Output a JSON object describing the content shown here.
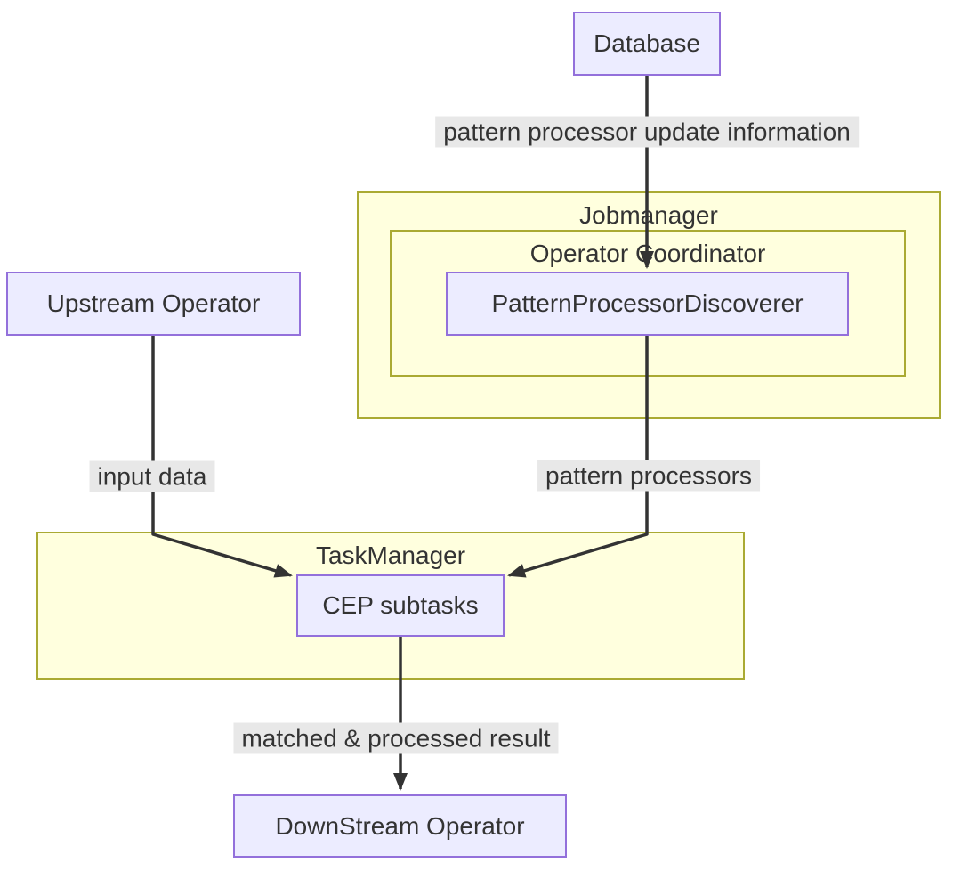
{
  "diagram": {
    "type": "flowchart",
    "direction": "top-down",
    "colors": {
      "background": "#ffffff",
      "node_fill": "#ececff",
      "node_border": "#9370db",
      "cluster_fill": "#ffffde",
      "cluster_border": "#aaaa33",
      "edge_color": "#333333",
      "edge_label_bg": "#e8e8e8",
      "text_color": "#333333"
    },
    "nodes": {
      "database": {
        "label": "Database"
      },
      "upstream": {
        "label": "Upstream Operator"
      },
      "ppd": {
        "label": "PatternProcessorDiscoverer"
      },
      "cep": {
        "label": "CEP subtasks"
      },
      "downstream": {
        "label": "DownStream Operator"
      }
    },
    "clusters": {
      "jobmanager": {
        "label": "Jobmanager",
        "contains": [
          "operator_coordinator"
        ]
      },
      "operator_coordinator": {
        "label": "Operator Coordinator",
        "contains": [
          "ppd"
        ]
      },
      "taskmanager": {
        "label": "TaskManager",
        "contains": [
          "cep"
        ]
      }
    },
    "edges": [
      {
        "from": "Database",
        "to": "PatternProcessorDiscoverer",
        "label": "pattern processor update information"
      },
      {
        "from": "Upstream Operator",
        "to": "CEP subtasks",
        "label": "input data"
      },
      {
        "from": "PatternProcessorDiscoverer",
        "to": "CEP subtasks",
        "label": "pattern processors"
      },
      {
        "from": "CEP subtasks",
        "to": "DownStream Operator",
        "label": "matched & processed result"
      }
    ]
  }
}
